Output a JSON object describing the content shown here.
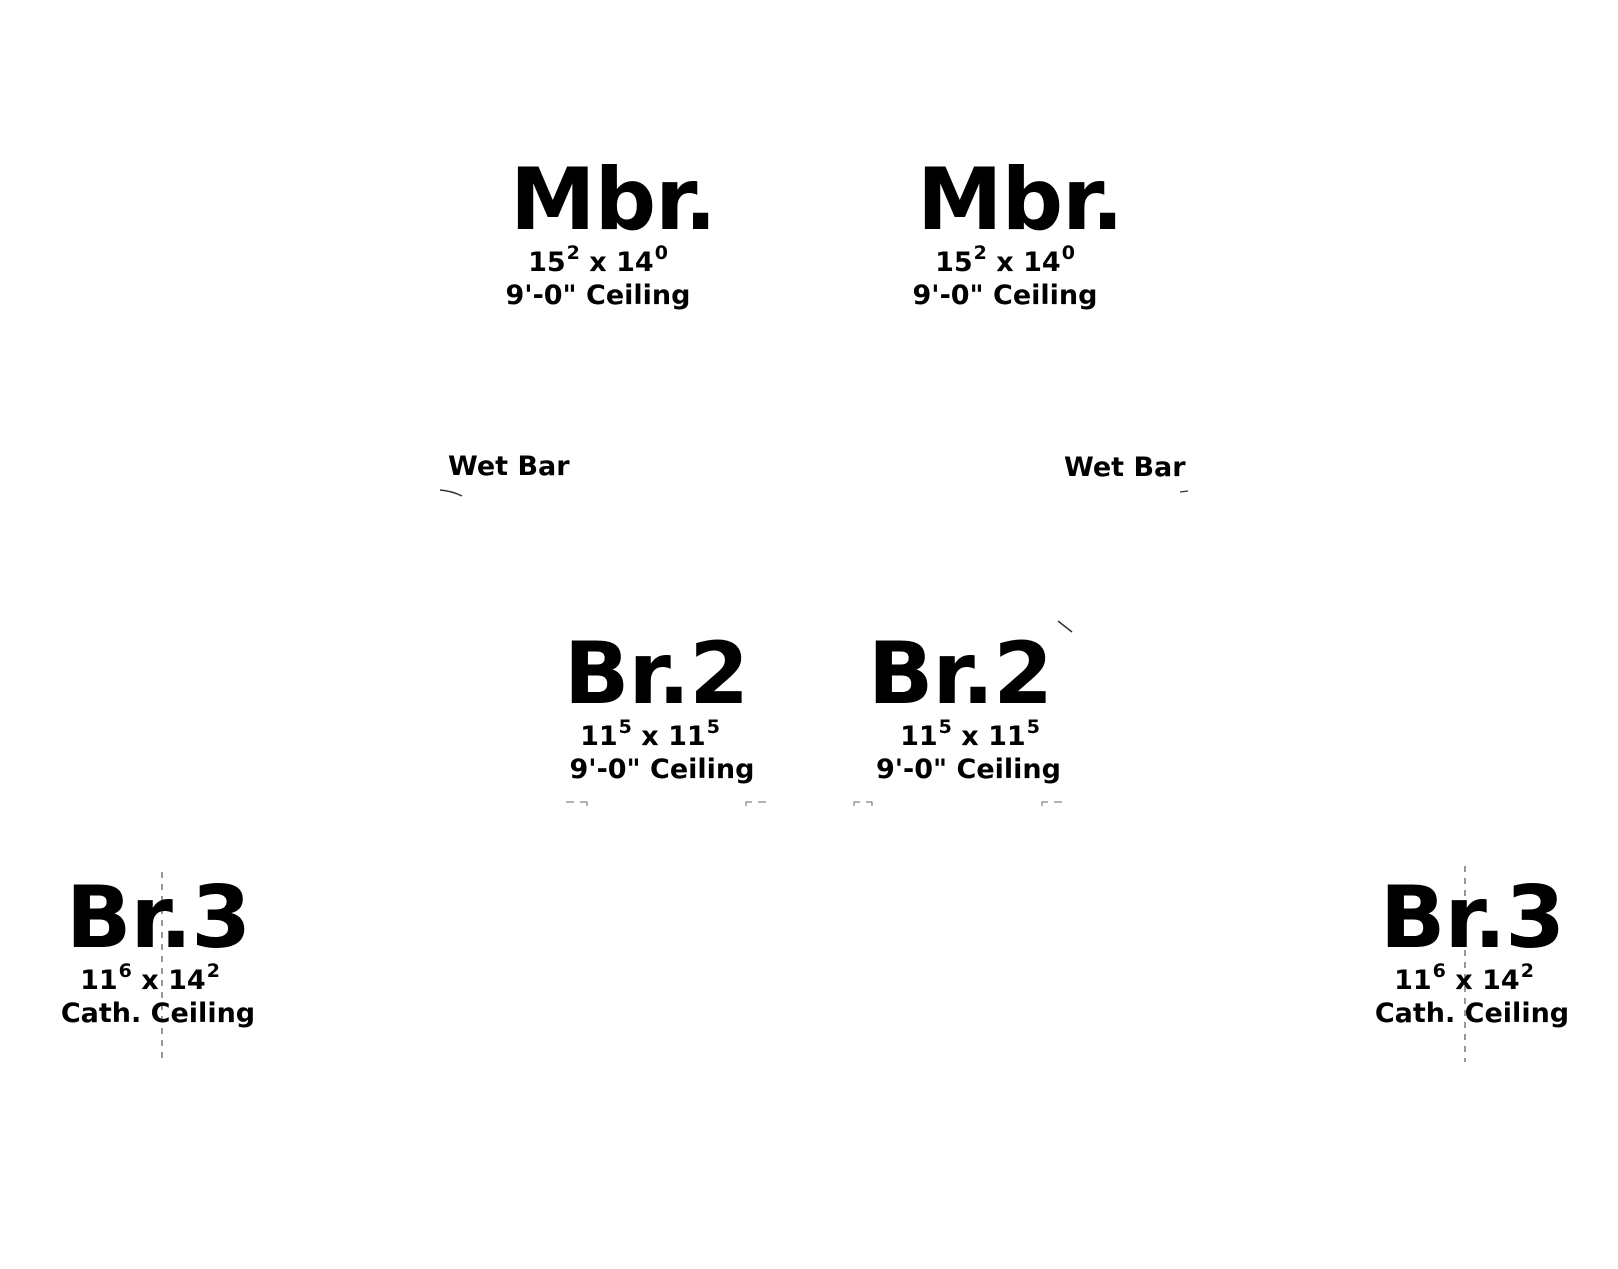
{
  "rooms": [
    {
      "id": "mbr-left",
      "name": "Mbr.",
      "dim1": "15",
      "dim1_sup": "2",
      "sep": "x",
      "dim2": "14",
      "dim2_sup": "0",
      "ceiling": "9'-0\" Ceiling"
    },
    {
      "id": "mbr-right",
      "name": "Mbr.",
      "dim1": "15",
      "dim1_sup": "2",
      "sep": "x",
      "dim2": "14",
      "dim2_sup": "0",
      "ceiling": "9'-0\" Ceiling"
    },
    {
      "id": "br2-left",
      "name": "Br.2",
      "dim1": "11",
      "dim1_sup": "5",
      "sep": "x",
      "dim2": "11",
      "dim2_sup": "5",
      "ceiling": "9'-0\" Ceiling"
    },
    {
      "id": "br2-right",
      "name": "Br.2",
      "dim1": "11",
      "dim1_sup": "5",
      "sep": "x",
      "dim2": "11",
      "dim2_sup": "5",
      "ceiling": "9'-0\" Ceiling"
    },
    {
      "id": "br3-left",
      "name": "Br.3",
      "dim1": "11",
      "dim1_sup": "6",
      "sep": "x",
      "dim2": "14",
      "dim2_sup": "2",
      "ceiling": "Cath. Ceiling"
    },
    {
      "id": "br3-right",
      "name": "Br.3",
      "dim1": "11",
      "dim1_sup": "6",
      "sep": "x",
      "dim2": "14",
      "dim2_sup": "2",
      "ceiling": "Cath. Ceiling"
    }
  ],
  "labels": {
    "wet_bar_left": "Wet Bar",
    "wet_bar_right": "Wet Bar"
  },
  "colors": {
    "text": "#000000",
    "background": "#ffffff",
    "linework": "#555555"
  }
}
